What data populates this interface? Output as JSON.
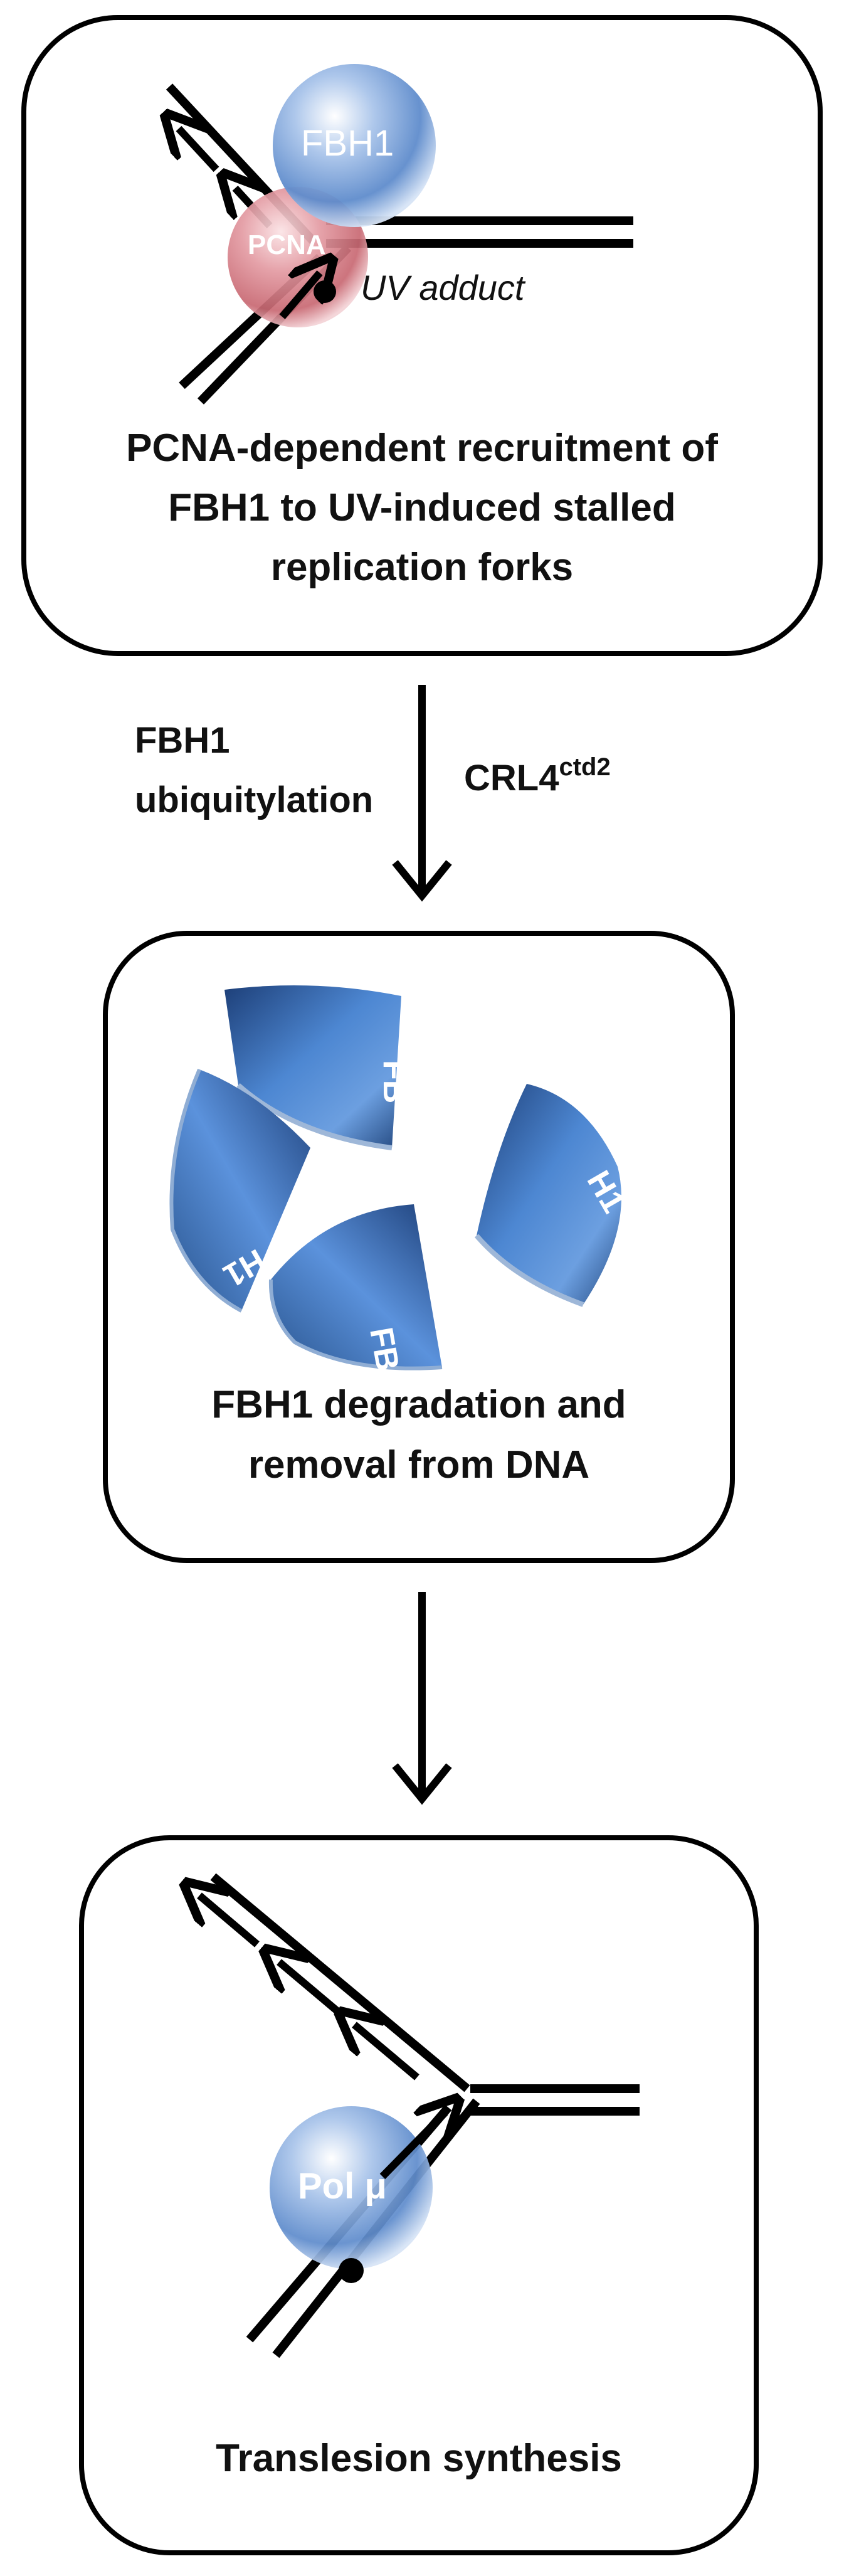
{
  "panels": [
    {
      "caption_lines": [
        "PCNA-dependent recruitment of",
        "FBH1 to UV-induced stalled",
        "replication forks"
      ],
      "labels": {
        "fbh1": "FBH1",
        "pcna": "PCNA",
        "uv_adduct": "UV adduct"
      }
    },
    {
      "caption_lines": [
        "FBH1 degradation and",
        "removal from DNA"
      ],
      "fragment_letters": [
        "FB",
        "H1",
        "FB",
        "H1"
      ]
    },
    {
      "caption_lines": [
        "Translesion synthesis"
      ],
      "labels": {
        "pol": "Pol μ"
      }
    }
  ],
  "arrow1": {
    "left_label_lines": [
      "FBH1",
      "ubiquitylation"
    ],
    "right_label_main": "CRL4",
    "right_label_sup": "ctd2"
  },
  "colors": {
    "fbh1_sphere": "#7fa6d9",
    "pcna_sphere": "#d9868f",
    "pol_sphere": "#86a9d6",
    "fragment_blue": "#3b6fb8",
    "line": "#000000"
  }
}
